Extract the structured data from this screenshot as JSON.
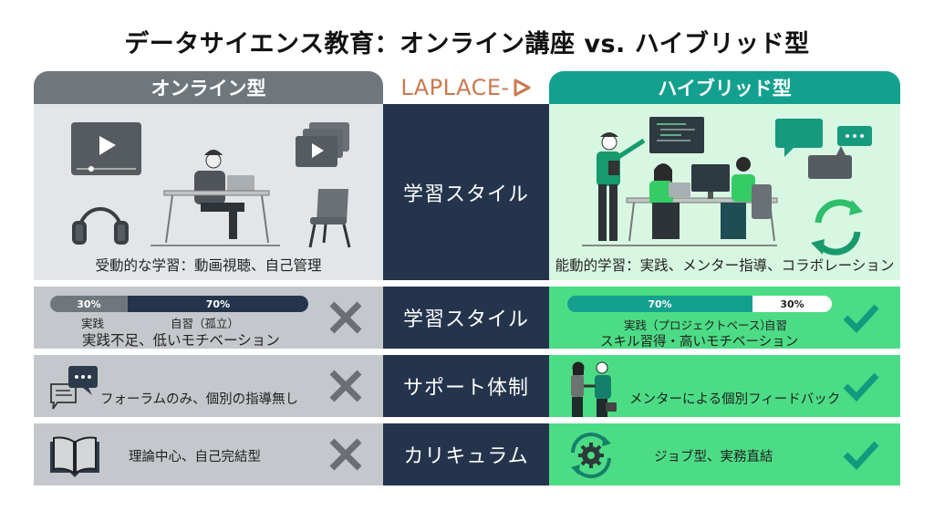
{
  "title": "データサイエンス教育：オンライン講座 vs. ハイブリッド型",
  "logo": {
    "text": "LAPLACE-",
    "icon": "play-triangle-icon",
    "color": "#c87a52"
  },
  "columns": {
    "left": {
      "label": "オンライン型",
      "color": "#6f777d"
    },
    "right": {
      "label": "ハイブリッド型",
      "color": "#14a08e"
    }
  },
  "rows": [
    {
      "category": "学習スタイル",
      "left": {
        "caption": "受動的な学習：動画視聴、自己管理",
        "icons": [
          "video-player-icon",
          "headphones-icon",
          "person-laptop-desk-icon",
          "video-stack-icon",
          "empty-chair-icon"
        ]
      },
      "right": {
        "caption": "能動的学習：実践、メンター指導、コラボレーション",
        "icons": [
          "mentor-pointing-icon",
          "code-screen-icon",
          "team-collaboration-icon",
          "chat-bubbles-icon",
          "cycle-arrows-icon"
        ]
      }
    },
    {
      "category": "学習スタイル",
      "left": {
        "bar": [
          {
            "label": "30%",
            "value": 30,
            "color": "#6f777d",
            "sublabel": "実践"
          },
          {
            "label": "70%",
            "value": 70,
            "color": "#24344c",
            "sublabel": "自習（孤立）"
          }
        ],
        "text": "実践不足、低いモチベーション",
        "mark": "cross-icon"
      },
      "right": {
        "bar": [
          {
            "label": "70%",
            "value": 70,
            "color": "#14a08e",
            "sublabel": "実践（プロジェクトベース）"
          },
          {
            "label": "30%",
            "value": 30,
            "color": "#ffffff",
            "sublabel": "自習"
          }
        ],
        "text": "スキル習得・高いモチベーション",
        "mark": "check-icon"
      }
    },
    {
      "category": "サポート体制",
      "left": {
        "text": "フォーラムのみ、個別の指導無し",
        "icon": "forum-chat-icon",
        "mark": "cross-icon"
      },
      "right": {
        "text": "メンターによる個別フィードバック",
        "icon": "handshake-icon",
        "mark": "check-icon"
      }
    },
    {
      "category": "カリキュラム",
      "left": {
        "text": "理論中心、自己完結型",
        "icon": "open-book-icon",
        "mark": "cross-icon"
      },
      "right": {
        "text": "ジョブ型、実務直結",
        "icon": "gear-cycle-icon",
        "mark": "check-icon"
      }
    }
  ],
  "colors": {
    "center": "#24344c",
    "left_row": "#c4c8cc",
    "right_row": "#4cdc85",
    "cross": "#6b6f73",
    "check": "#139a7e"
  }
}
